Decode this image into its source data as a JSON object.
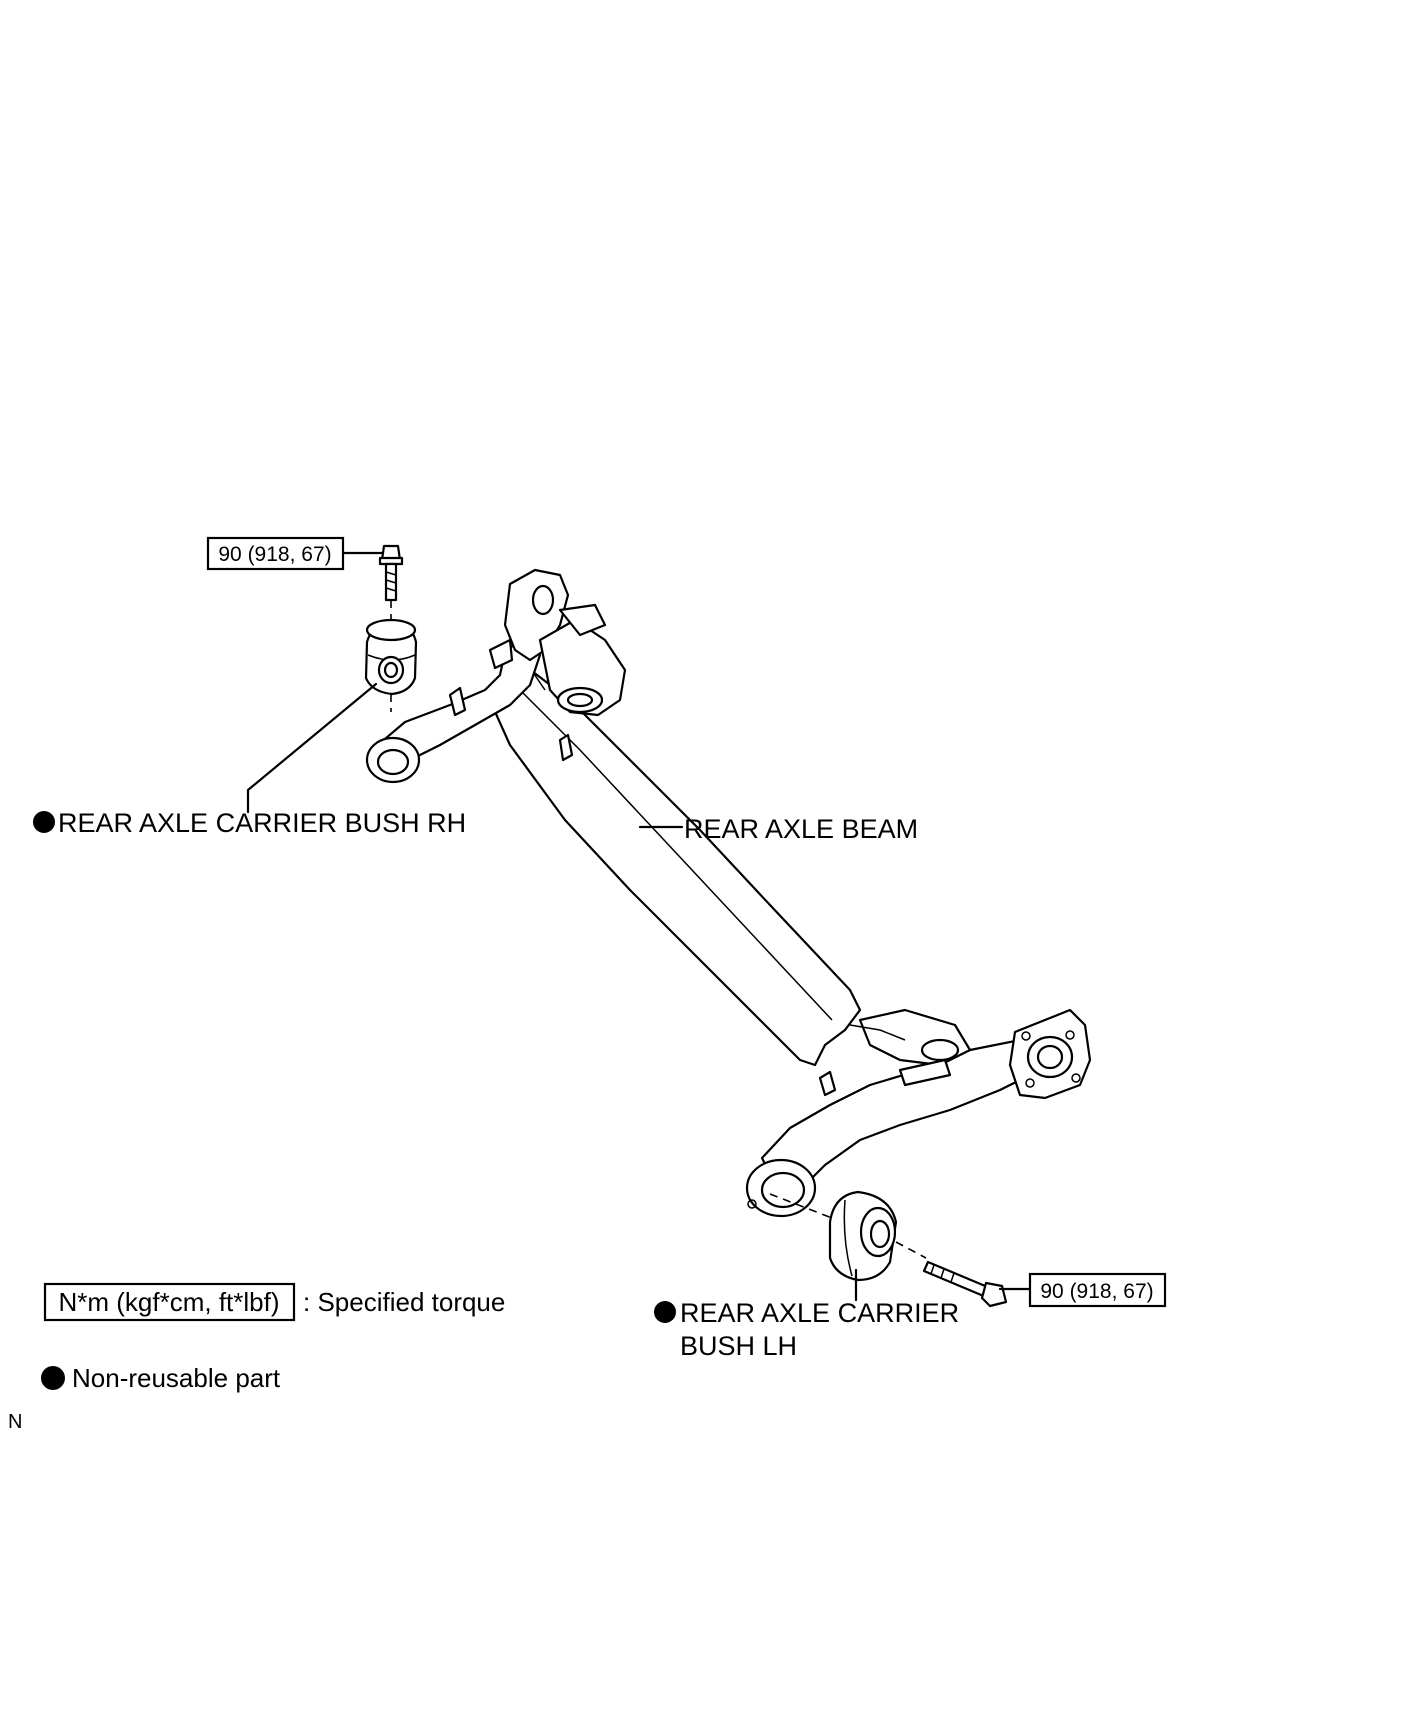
{
  "callouts": {
    "bush_rh": "REAR AXLE CARRIER BUSH RH",
    "beam": "REAR AXLE BEAM",
    "bush_lh_line1": "REAR AXLE CARRIER",
    "bush_lh_line2": "BUSH LH"
  },
  "torque": {
    "upper_value": "90 (918, 67)",
    "lower_value": "90 (918, 67)"
  },
  "legend": {
    "torque_unit": "N*m (kgf*cm, ft*lbf)",
    "torque_desc": ": Specified torque",
    "nonreusable_desc": "Non-reusable part"
  },
  "figure_code": "N"
}
